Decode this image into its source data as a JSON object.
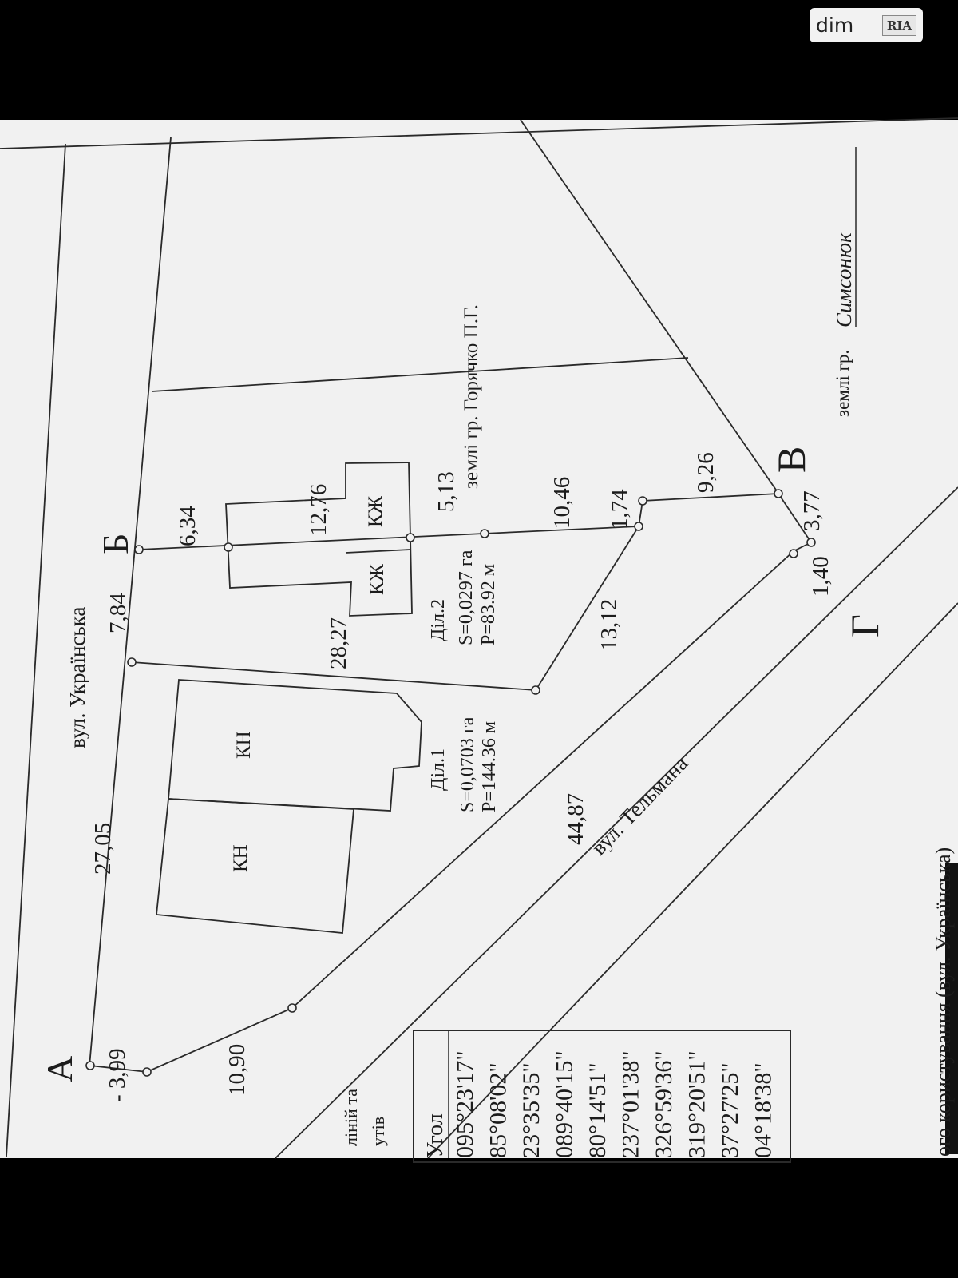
{
  "watermark": {
    "brand": "dim",
    "logo_text": "RIA"
  },
  "colors": {
    "paper": "#f1f1f1",
    "ink": "#2a2a2a",
    "frame": "#000000"
  },
  "streets": {
    "ukrainska": "вул. Українська",
    "telmana": "вул. Тельмана",
    "ukrainska_bottom": "ого користування (вул. Українська)"
  },
  "points": {
    "a": "А",
    "b": "Б",
    "v": "В",
    "g": "Г"
  },
  "lengths": {
    "l_3_99": "- 3,99",
    "l_27_05": "27,05",
    "l_7_84": "7,84",
    "l_6_34": "6,34",
    "l_10_90": "10,90",
    "l_28_27": "28,27",
    "l_12_76": "12,76",
    "l_5_13": "5,13",
    "l_10_46": "10,46",
    "l_1_74": "1,74",
    "l_13_12": "13,12",
    "l_9_26": "9,26",
    "l_3_77": "3,77",
    "l_1_40": "1,40",
    "l_44_87": "44,87"
  },
  "buildings": {
    "kn1": "КН",
    "kn2": "КН",
    "kzh1": "КЖ",
    "kzh2": "КЖ"
  },
  "plots": {
    "plot1": {
      "title": "Діл.1",
      "area": "S=0,0703 га",
      "perimeter": "P=144.36 м"
    },
    "plot2": {
      "title": "Діл.2",
      "area": "S=0,0297 га",
      "perimeter": "P=83.92 м"
    }
  },
  "neighbors": {
    "horyachko": "землі гр. Горячко П.Г.",
    "label_prefix": "землі гр.",
    "handwritten": "Симсонюк"
  },
  "legend_fragment": {
    "line1": "ліній та",
    "line2": "утів"
  },
  "angles": {
    "header": "Угол",
    "rows": [
      "095°23'17\"",
      "85°08'02\"",
      "23°35'35\"",
      "089°40'15\"",
      "80°14'51\"",
      "237°01'38\"",
      "326°59'36\"",
      "319°20'51\"",
      "37°27'25\"",
      "04°18'38\""
    ]
  }
}
